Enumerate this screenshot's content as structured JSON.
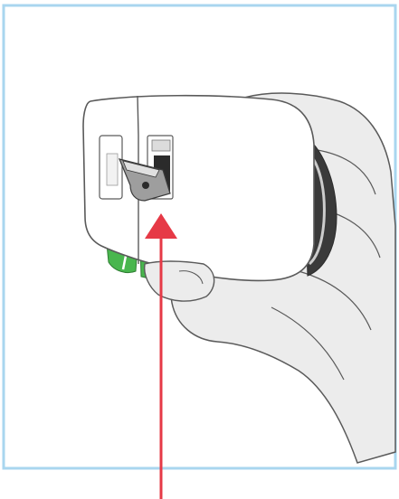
{
  "illustration": {
    "colors": {
      "frame": "#a9d6ef",
      "outline": "#5a5a5a",
      "hand_fill": "#ececec",
      "device_fill": "#ffffff",
      "accent_green": "#49b64e",
      "arrow": "#e63946",
      "dark_part": "#2b2b2b"
    },
    "icons": [
      "hand",
      "device",
      "card-slot",
      "sd-card",
      "green-release-tabs",
      "up-arrow"
    ]
  }
}
